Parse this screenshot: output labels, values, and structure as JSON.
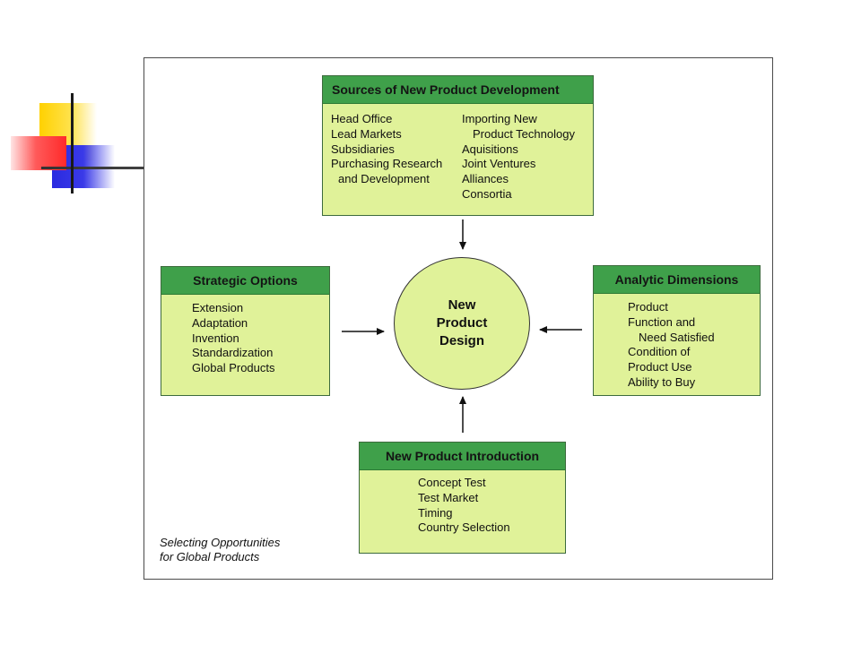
{
  "sources": {
    "title": "Sources of New Product Development",
    "col1": [
      "Head Office",
      "Lead Markets",
      "Subsidiaries",
      "Purchasing Research",
      "and Development"
    ],
    "col2": [
      "Importing New",
      "Product Technology",
      "Aquisitions",
      "Joint Ventures",
      "Alliances",
      "Consortia"
    ]
  },
  "strategic": {
    "title": "Strategic Options",
    "items": [
      "Extension",
      "Adaptation",
      "Invention",
      "Standardization",
      "Global Products"
    ]
  },
  "center": {
    "line1": "New",
    "line2": "Product",
    "line3": "Design"
  },
  "analytic": {
    "title": "Analytic Dimensions",
    "items": [
      "Product",
      "Function and",
      "Need Satisfied",
      "Condition of",
      "Product Use",
      "Ability to Buy"
    ]
  },
  "intro": {
    "title": "New Product Introduction",
    "items": [
      "Concept Test",
      "Test Market",
      "Timing",
      "Country Selection"
    ]
  },
  "caption": {
    "line1": "Selecting Opportunities",
    "line2": "for Global Products"
  },
  "colors": {
    "box_fill": "#e0f299",
    "header_fill": "#3fa04a"
  }
}
